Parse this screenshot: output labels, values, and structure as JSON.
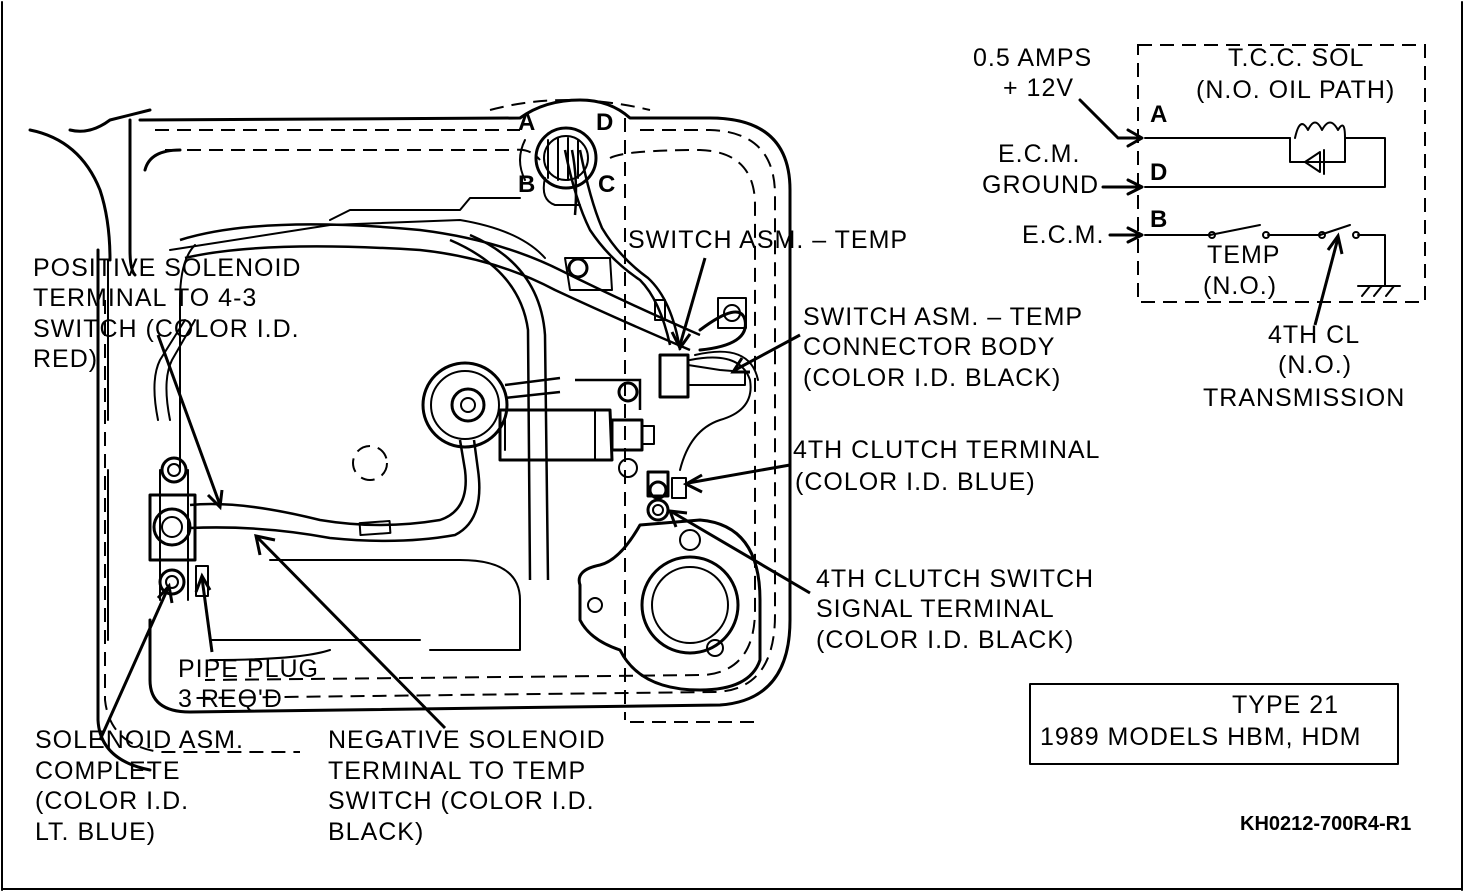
{
  "schematic": {
    "current": "0.5 AMPS",
    "voltage": "+ 12V",
    "tcc_title": "T.C.C. SOL",
    "tcc_sub": "(N.O. OIL PATH)",
    "ecm_ground_1": "E.C.M.",
    "ecm_ground_2": "GROUND",
    "ecm": "E.C.M.",
    "pin_a": "A",
    "pin_d": "D",
    "pin_b": "B",
    "temp_1": "TEMP",
    "temp_2": "(N.O.)",
    "fourth_1": "4TH CL",
    "fourth_2": "(N.O.)",
    "fourth_3": "TRANSMISSION"
  },
  "connector": {
    "a": "A",
    "d": "D",
    "b": "B",
    "c": "C"
  },
  "callouts": {
    "switch_temp": "SWITCH ASM. – TEMP",
    "pos_sol_1": "POSITIVE SOLENOID",
    "pos_sol_2": "TERMINAL TO 4-3",
    "pos_sol_3": "SWITCH (COLOR I.D.",
    "pos_sol_4": "RED)",
    "conn_body_1": "SWITCH ASM. – TEMP",
    "conn_body_2": "CONNECTOR BODY",
    "conn_body_3": "(COLOR I.D. BLACK)",
    "fourth_term_1": "4TH CLUTCH TERMINAL",
    "fourth_term_2": "(COLOR I.D. BLUE)",
    "fourth_sig_1": "4TH CLUTCH SWITCH",
    "fourth_sig_2": "SIGNAL TERMINAL",
    "fourth_sig_3": "(COLOR I.D. BLACK)",
    "pipe_plug_1": "PIPE PLUG",
    "pipe_plug_2": "3 REQ'D",
    "sol_asm_1": "SOLENOID ASM.",
    "sol_asm_2": "COMPLETE",
    "sol_asm_3": "(COLOR I.D.",
    "sol_asm_4": "LT. BLUE)",
    "neg_sol_1": "NEGATIVE SOLENOID",
    "neg_sol_2": "TERMINAL TO TEMP",
    "neg_sol_3": "SWITCH (COLOR I.D.",
    "neg_sol_4": "BLACK)"
  },
  "type_box": {
    "line1": "TYPE 21",
    "line2": "1989 MODELS HBM, HDM"
  },
  "part_code": "KH0212-700R4-R1"
}
